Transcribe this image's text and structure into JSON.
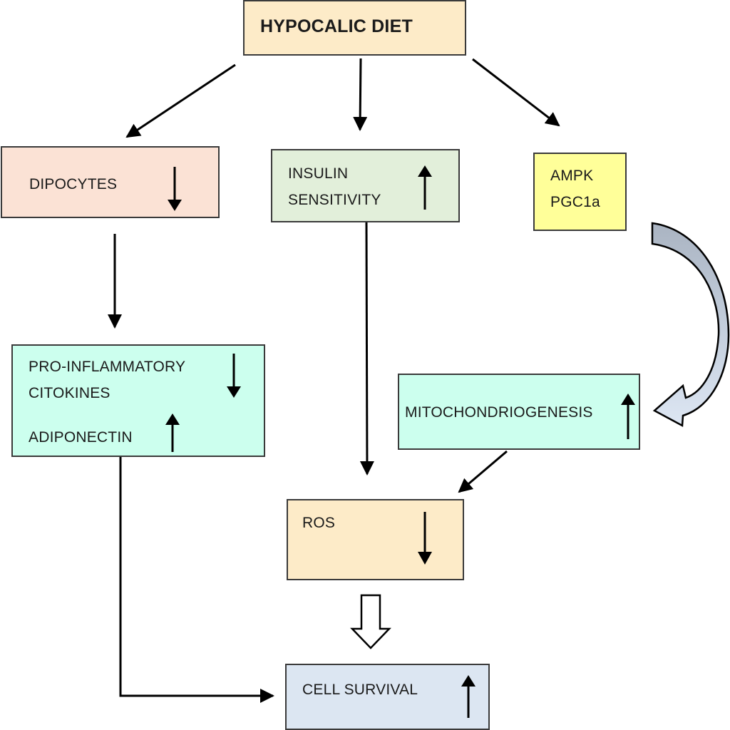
{
  "diagram": {
    "title": "HYPOCALIC DIET",
    "nodes": {
      "hypocalic_diet": {
        "label": "HYPOCALIC DIET",
        "color": "#fdebc8"
      },
      "dipocytes": {
        "label": "DIPOCYTES",
        "trend": "down",
        "color": "#fbe2d5"
      },
      "insulin_sensitivity": {
        "line1": "INSULIN",
        "line2": "SENSITIVITY",
        "trend": "up",
        "color": "#e2efda"
      },
      "ampk_pgc1a": {
        "line1": "AMPK",
        "line2": "PGC1a",
        "color": "#ffff99"
      },
      "pro_inflammatory": {
        "line1": "PRO-INFLAMMATORY",
        "line2": "CITOKINES",
        "trend": "down",
        "color": "#ccffee"
      },
      "adiponectin": {
        "label": "ADIPONECTIN",
        "trend": "up"
      },
      "mitochondriogenesis": {
        "label": "MITOCHONDRIOGENESIS",
        "trend": "up",
        "color": "#ccffee"
      },
      "ros": {
        "label": "ROS",
        "trend": "down",
        "color": "#fdebc8"
      },
      "cell_survival": {
        "label": "CELL SURVIVAL",
        "trend": "up",
        "color": "#dce6f2"
      }
    },
    "edges": [
      {
        "from": "hypocalic_diet",
        "to": "dipocytes"
      },
      {
        "from": "hypocalic_diet",
        "to": "insulin_sensitivity"
      },
      {
        "from": "hypocalic_diet",
        "to": "ampk_pgc1a"
      },
      {
        "from": "dipocytes",
        "to": "pro_inflammatory"
      },
      {
        "from": "insulin_sensitivity",
        "to": "ros"
      },
      {
        "from": "ampk_pgc1a",
        "to": "mitochondriogenesis",
        "style": "curved-block"
      },
      {
        "from": "mitochondriogenesis",
        "to": "ros"
      },
      {
        "from": "ros",
        "to": "cell_survival",
        "style": "hollow-block"
      },
      {
        "from": "pro_inflammatory",
        "to": "cell_survival",
        "style": "elbow"
      }
    ]
  }
}
